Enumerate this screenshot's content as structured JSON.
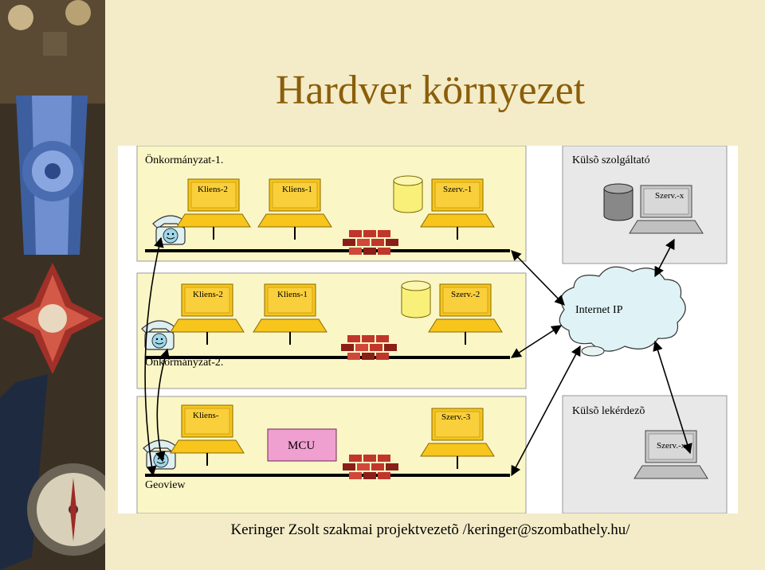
{
  "title": "Hardver környezet",
  "footer": "Keringer Zsolt szakmai projektvezetõ /keringer@szombathely.hu/",
  "zones": {
    "onkormanyzat1": "Önkormányzat-1.",
    "onkormanyzat2": "Önkormányzat-2.",
    "geoview": "Geoview",
    "kulso_szolgaltato": "Külsõ szolgáltató",
    "kulso_lekerdezo": "Külsõ lekérdezõ"
  },
  "nodes": {
    "z1_client_a": "Kliens-2",
    "z1_client_b": "Kliens-1",
    "z1_server": "Szerv.-1",
    "z2_client_a": "Kliens-2",
    "z2_client_b": "Kliens-1",
    "z2_server": "Szerv.-2",
    "z3_client": "Kliens-",
    "z3_server": "Szerv.-3",
    "mcu": "MCU",
    "internet": "Internet IP",
    "ext_server_1": "Szerv.-x",
    "ext_server_2": "Szerv.-x"
  },
  "colors": {
    "zone_yellow": "#fbf6c6",
    "zone_gray": "#e8e8e8",
    "monitor_yellow": "#f7c51c",
    "mcu_pink": "#f0a0d0",
    "brick_red": "#c0362a",
    "title": "#8b5e0a"
  }
}
